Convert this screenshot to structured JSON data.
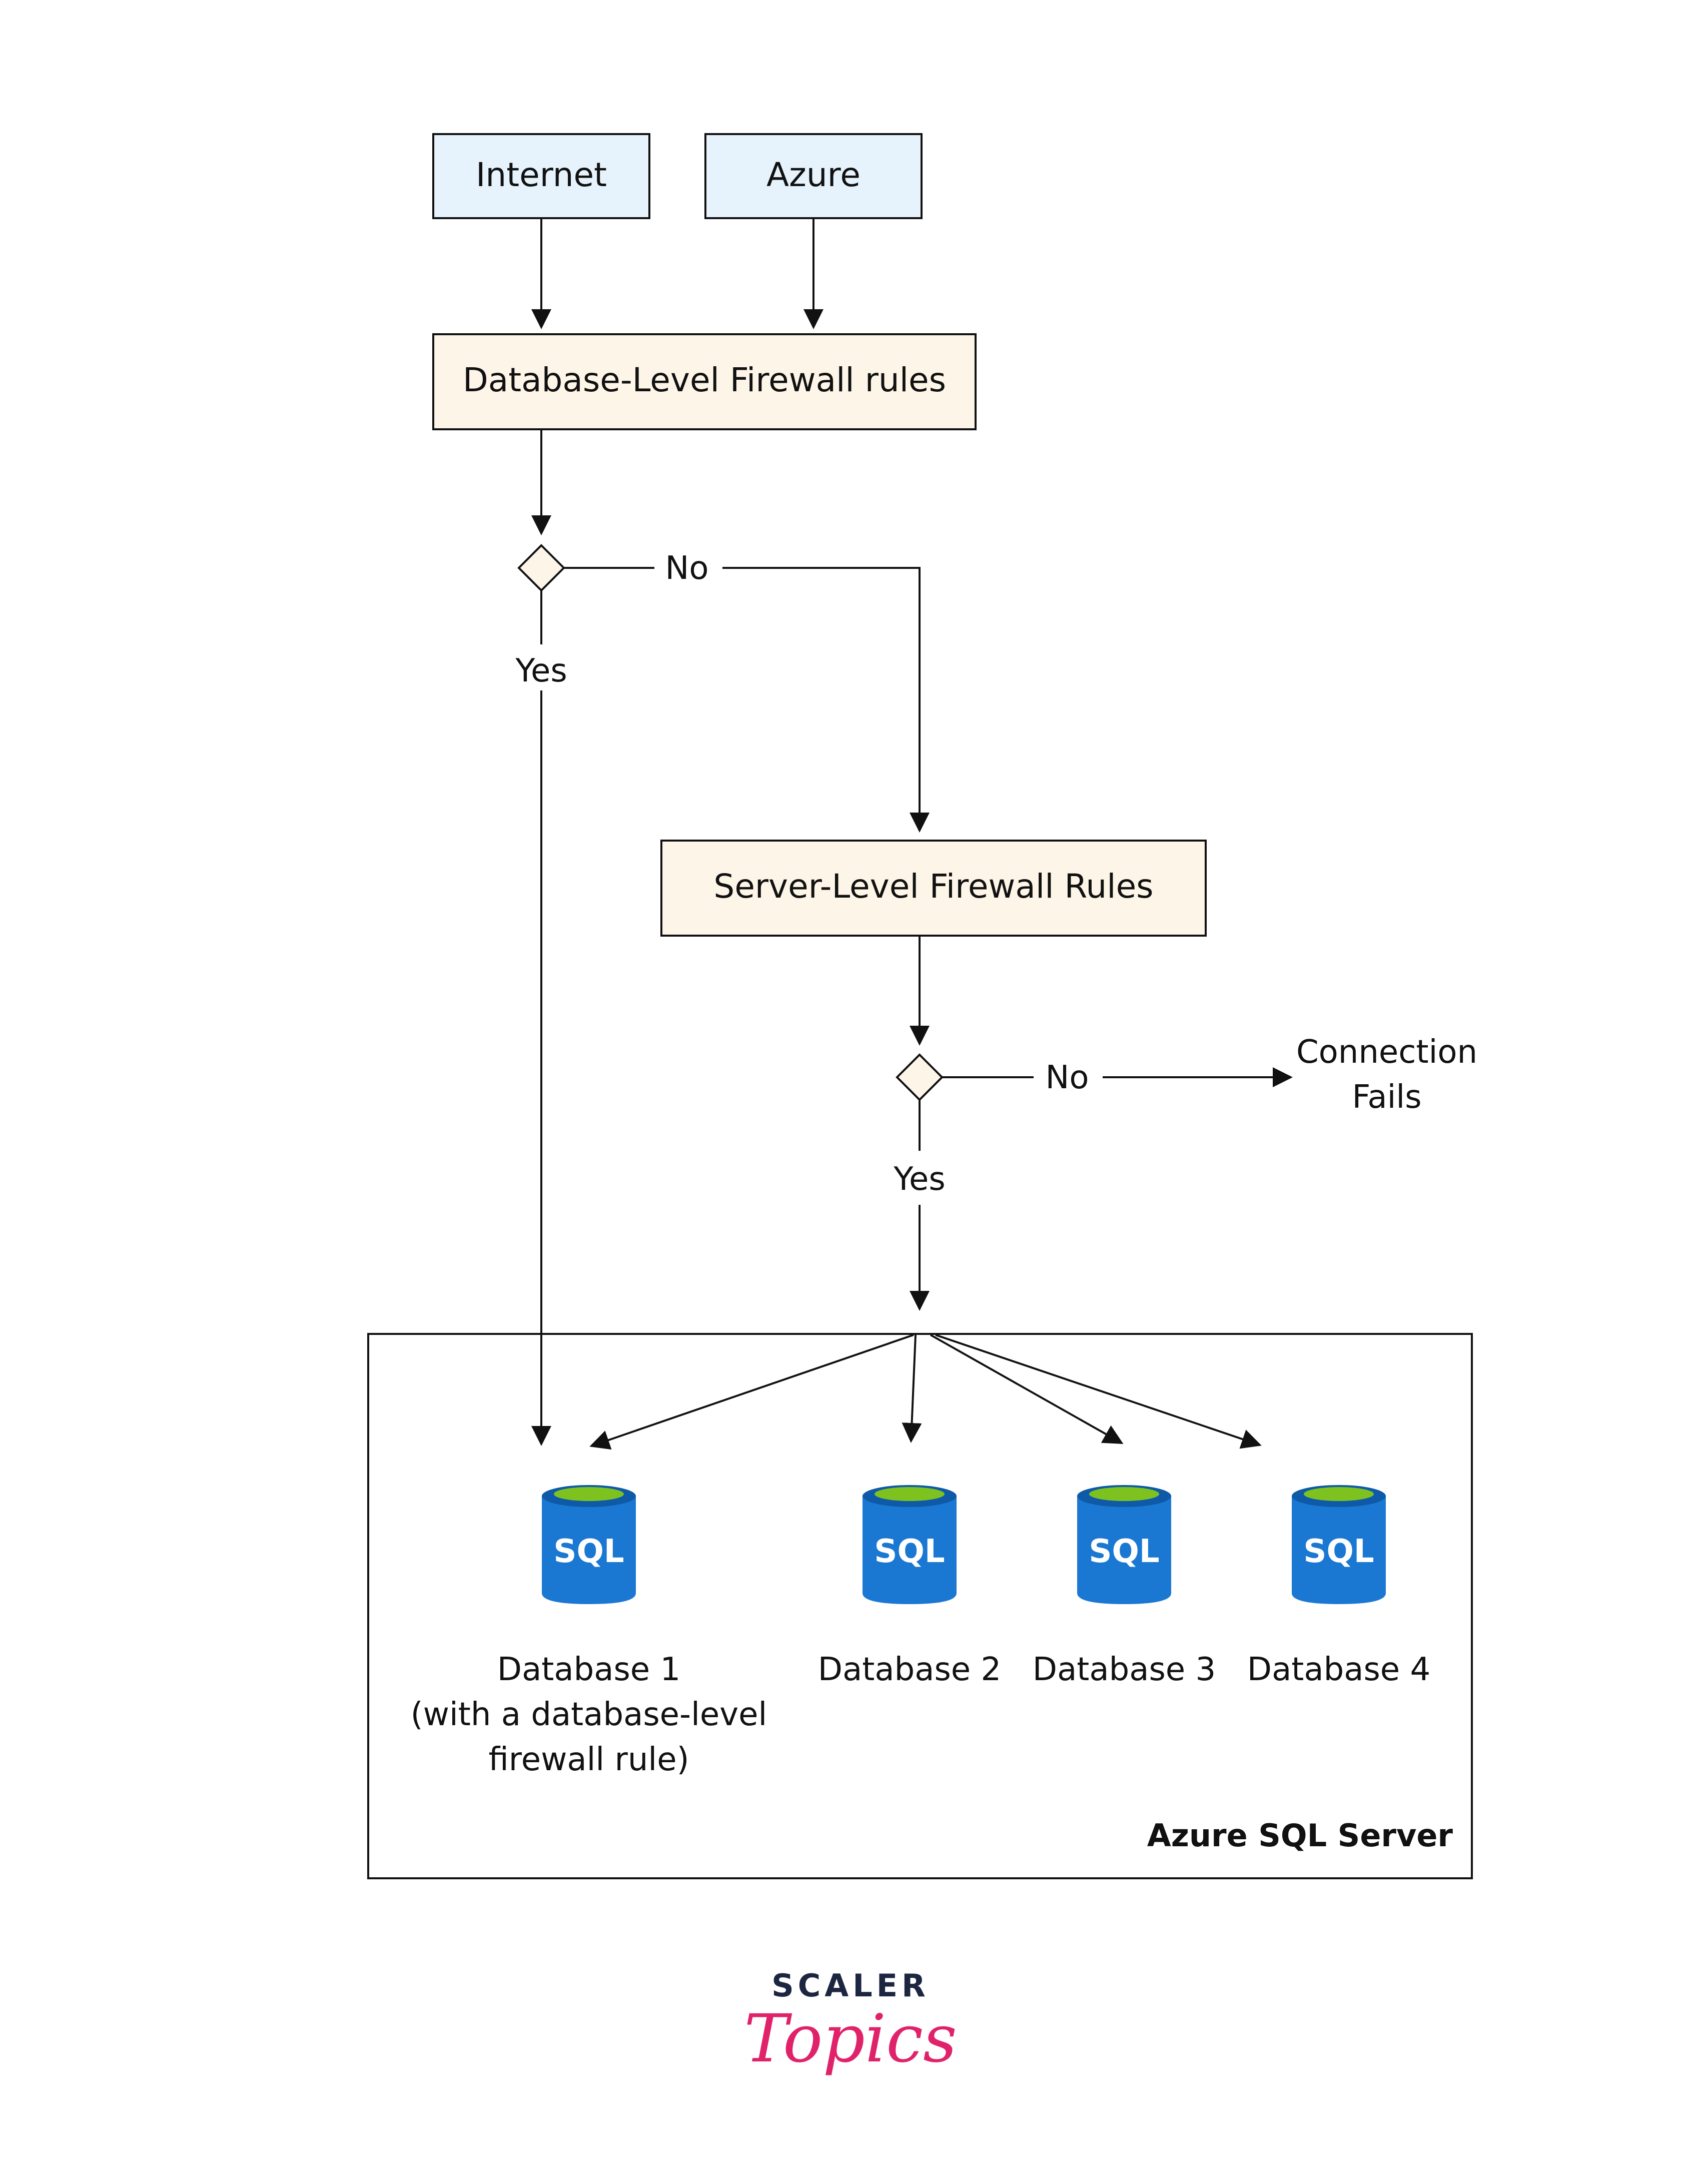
{
  "nodes": {
    "internet": "Internet",
    "azure": "Azure",
    "db_firewall": "Database-Level Firewall rules",
    "server_firewall": "Server-Level Firewall Rules",
    "connection_fails_line1": "Connection",
    "connection_fails_line2": "Fails"
  },
  "edges": {
    "no_1": "No",
    "yes_1": "Yes",
    "no_2": "No",
    "yes_2": "Yes"
  },
  "server": {
    "label": "Azure SQL Server",
    "databases": [
      {
        "icon_text": "SQL",
        "label_lines": [
          "Database 1",
          "(with a database-level",
          "firewall rule)"
        ]
      },
      {
        "icon_text": "SQL",
        "label_lines": [
          "Database 2"
        ]
      },
      {
        "icon_text": "SQL",
        "label_lines": [
          "Database 3"
        ]
      },
      {
        "icon_text": "SQL",
        "label_lines": [
          "Database 4"
        ]
      }
    ]
  },
  "logo": {
    "top": "SCALER",
    "bottom": "Topics"
  },
  "colors": {
    "source_fill": "#e6f3fd",
    "rule_fill": "#fdf5e8",
    "sql_blue": "#1b78d2",
    "sql_blue_dark": "#0e5aa8",
    "sql_green": "#7dc21f",
    "logo_navy": "#1c2640",
    "logo_pink": "#e0226b"
  }
}
